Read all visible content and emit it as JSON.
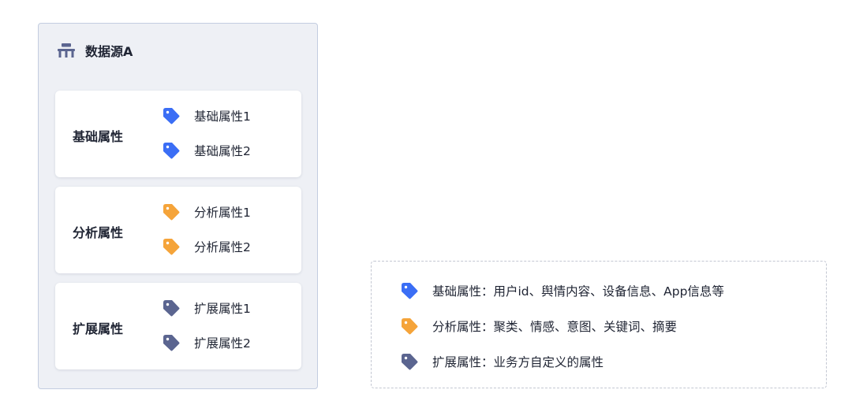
{
  "colors": {
    "basic": "#3b6ef5",
    "analysis": "#f5a43a",
    "extension": "#5b6590",
    "hierarchy_icon": "#5b6590"
  },
  "source": {
    "icon": "hierarchy-icon",
    "title": "数据源A"
  },
  "groups": [
    {
      "title": "基础属性",
      "tag_color": "basic",
      "items": [
        "基础属性1",
        "基础属性2"
      ]
    },
    {
      "title": "分析属性",
      "tag_color": "analysis",
      "items": [
        "分析属性1",
        "分析属性2"
      ]
    },
    {
      "title": "扩展属性",
      "tag_color": "extension",
      "items": [
        "扩展属性1",
        "扩展属性2"
      ]
    }
  ],
  "legend": [
    {
      "tag_color": "basic",
      "text": "基础属性：用户id、舆情内容、设备信息、App信息等"
    },
    {
      "tag_color": "analysis",
      "text": "分析属性：聚类、情感、意图、关键词、摘要"
    },
    {
      "tag_color": "extension",
      "text": "扩展属性：业务方自定义的属性"
    }
  ]
}
